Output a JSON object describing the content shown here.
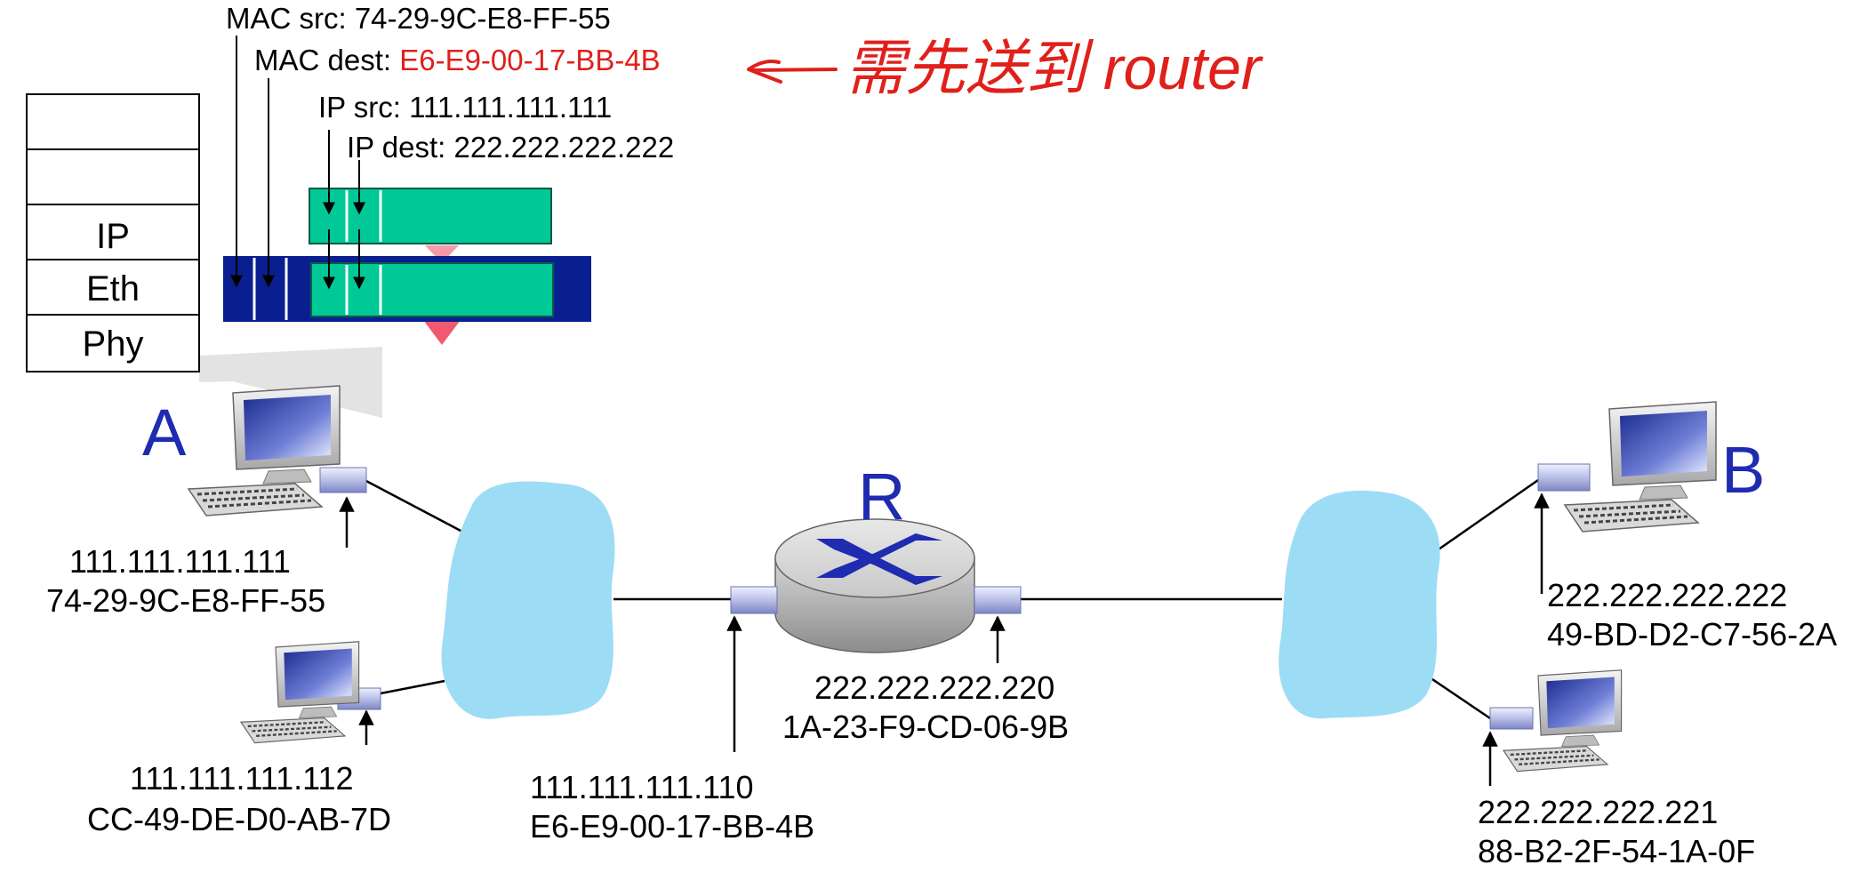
{
  "protocol_stack": {
    "layers": [
      "",
      "",
      "IP",
      "Eth",
      "Phy"
    ]
  },
  "frame_header": {
    "mac_src_label": "MAC src: 74-29-9C-E8-FF-55",
    "mac_dest_prefix": "MAC dest: ",
    "mac_dest_value": "E6-E9-00-17-BB-4B",
    "ip_src_label": "IP src: 111.111.111.111",
    "ip_dest_label": "IP dest: 222.222.222.222"
  },
  "annotation": {
    "arrow": "←",
    "text": "需先送到 router"
  },
  "hosts": {
    "a_label": "A",
    "b_label": "B",
    "a": {
      "ip": "111.111.111.111",
      "mac": "74-29-9C-E8-FF-55"
    },
    "a2": {
      "ip": "111.111.111.112",
      "mac": "CC-49-DE-D0-AB-7D"
    },
    "b": {
      "ip": "222.222.222.222",
      "mac": "49-BD-D2-C7-56-2A"
    },
    "b2": {
      "ip": "222.222.222.221",
      "mac": "88-B2-2F-54-1A-0F"
    }
  },
  "router": {
    "label": "R",
    "left_if": {
      "ip": "111.111.111.110",
      "mac": "E6-E9-00-17-BB-4B"
    },
    "right_if": {
      "ip": "222.222.222.220",
      "mac": "1A-23-F9-CD-06-9B"
    }
  },
  "colors": {
    "label_blue": "#1f2bb0",
    "frame_navy": "#0a1f8f",
    "datagram_green": "#00c896",
    "cloud_blue": "#9ddcf5",
    "annotation_red": "#e0201a"
  }
}
